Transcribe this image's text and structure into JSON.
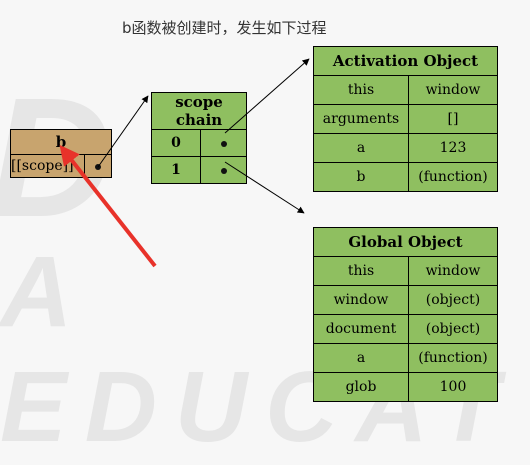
{
  "title": "b函数被创建时，发生如下过程",
  "b_box": {
    "header": "b",
    "cell": "[[scope]]"
  },
  "scope_chain": {
    "header": "scope chain",
    "rows": [
      "0",
      "1"
    ]
  },
  "activation": {
    "header": "Activation Object",
    "rows": [
      [
        "this",
        "window"
      ],
      [
        "arguments",
        "[]"
      ],
      [
        "a",
        "123"
      ],
      [
        "b",
        "(function)"
      ]
    ]
  },
  "global": {
    "header": "Global Object",
    "rows": [
      [
        "this",
        "window"
      ],
      [
        "window",
        "(object)"
      ],
      [
        "document",
        "(object)"
      ],
      [
        "a",
        "(function)"
      ],
      [
        "glob",
        "100"
      ]
    ]
  },
  "colors": {
    "green": "#8fbf60",
    "tan": "#c8a46e",
    "arrow": "#e8322a"
  }
}
